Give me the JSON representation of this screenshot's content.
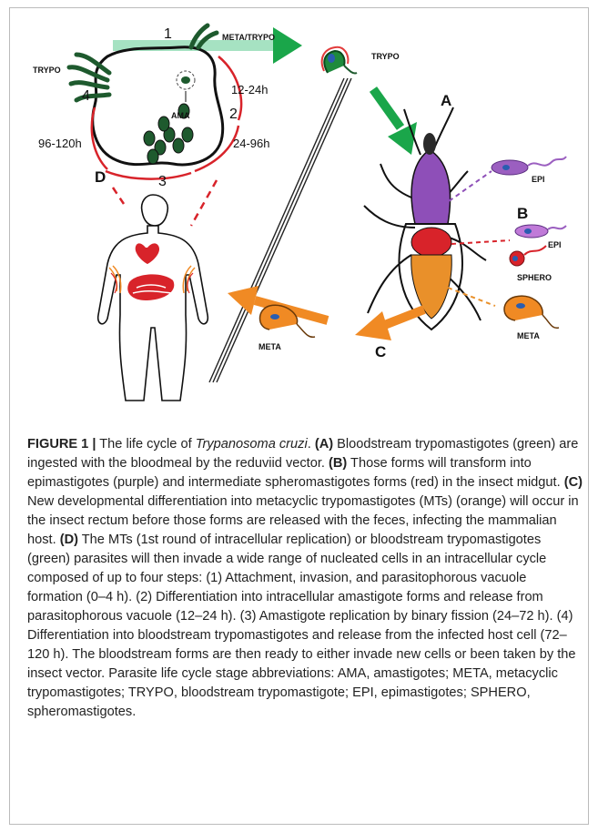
{
  "figure": {
    "panel_labels": {
      "a": "A",
      "b": "B",
      "c": "C",
      "d": "D"
    },
    "step_numbers": [
      "1",
      "2",
      "3",
      "4"
    ],
    "times": {
      "t1": "12-24h",
      "t2": "24-96h",
      "t3": "96-120h"
    },
    "parasite_labels": {
      "meta_trypo": "META/TRYPO",
      "trypo_left": "TRYPO",
      "trypo_right": "TRYPO",
      "ama": "AMA",
      "epi_top": "EPI",
      "epi_mid": "EPI",
      "sphero": "SPHERO",
      "meta_right": "META",
      "meta_bottom": "META"
    },
    "colors": {
      "trypo": "#1e8a3c",
      "arrow_green": "#1aa64a",
      "arrow_light": "#a6e2c2",
      "epi": "#9b5fc0",
      "sphero": "#d8232a",
      "meta": "#f08a24",
      "cycle_arc": "#d8232a",
      "nucleus": "#2a5db0"
    }
  },
  "caption": {
    "fig_label": "FIGURE 1 |",
    "intro_pre": " The life cycle of ",
    "intro_species": "Trypanosoma cruzi",
    "intro_post": ".",
    "a_label": "(A)",
    "a_text": " Bloodstream trypomastigotes (green) are ingested with the bloodmeal by the reduviid vector.",
    "b_label": "(B)",
    "b_text": " Those forms will transform into epimastigotes (purple) and intermediate spheromastigotes forms (red) in the insect midgut.",
    "c_label": "(C)",
    "c_text": " New developmental differentiation into metacyclic trypomastigotes (MTs) (orange) will occur in the insect rectum before those forms are released with the feces, infecting the mammalian host.",
    "d_label": "(D)",
    "d_text": " The MTs (1st round of intracellular replication) or bloodstream trypomastigotes (green) parasites will then invade a wide range of nucleated cells in an intracellular cycle composed of up to four steps: (1) Attachment, invasion, and parasitophorous vacuole formation (0–4 h). (2) Differentiation into intracellular amastigote forms and release from parasitophorous vacuole (12–24 h). (3) Amastigote replication by binary fission (24–72 h). (4) Differentiation into bloodstream trypomastigotes and release from the infected host cell (72–120 h). The bloodstream forms are then ready to either invade new cells or been taken by the insect vector. Parasite life cycle stage abbreviations: AMA, amastigotes; META, metacyclic trypomastigotes; TRYPO, bloodstream trypomastigote; EPI, epimastigotes; SPHERO, spheromastigotes."
  }
}
